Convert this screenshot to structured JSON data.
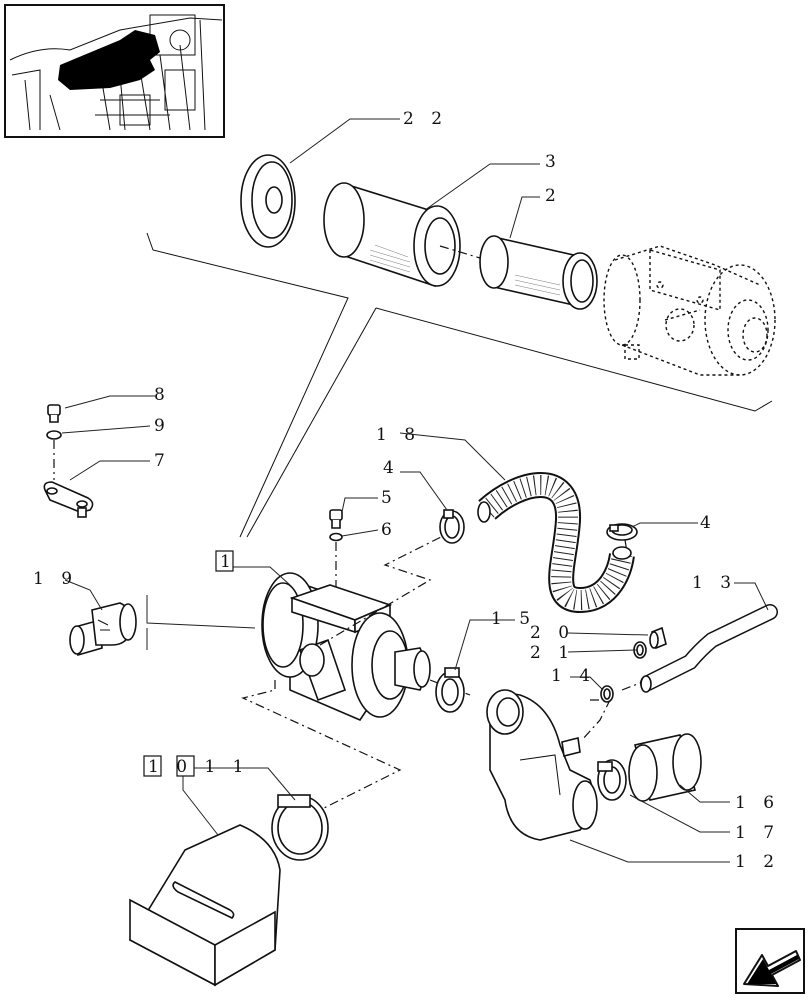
{
  "callouts": {
    "c1": "1",
    "c2": "2",
    "c3": "3",
    "c4a": "4",
    "c4b": "4",
    "c5": "5",
    "c6": "6",
    "c7": "7",
    "c8": "8",
    "c9": "9",
    "c1011": "1 0 1 1",
    "c12": "1 2",
    "c13": "1 3",
    "c14": "1 4",
    "c15": "1 5",
    "c16": "1 6",
    "c17": "1 7",
    "c18": "1 8",
    "c19": "1 9",
    "c20": "2 0",
    "c21": "2 1",
    "c22": "2 2"
  },
  "icons": {
    "thumbnail": "tractor-engine-thumbnail-icon",
    "navigation": "previous-page-arrow-icon"
  }
}
